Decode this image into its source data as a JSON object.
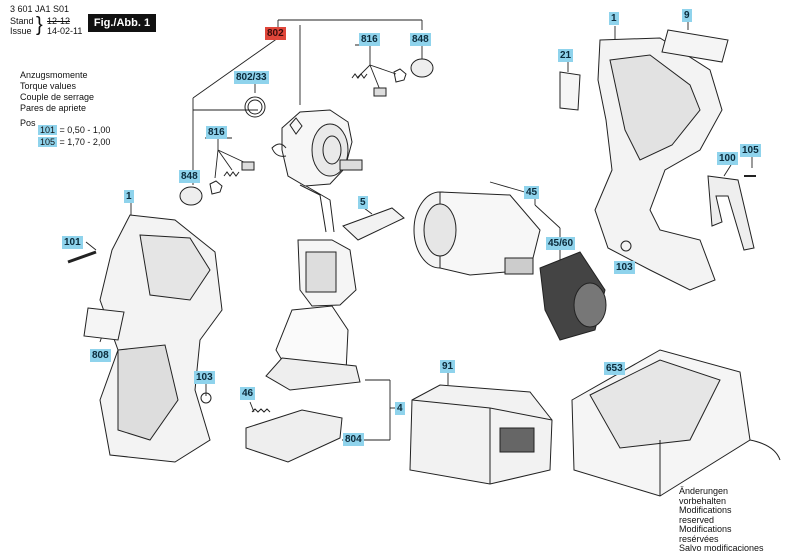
{
  "header": {
    "doc_number": "3 601 JA1 S01",
    "stand_label": "Stand",
    "issue_label": "Issue",
    "old_date": "12-12",
    "new_date": "14-02-11",
    "figure_label": "Fig./Abb. 1"
  },
  "torque_legend": {
    "lines": [
      "Anzugsmomente",
      "Torque values",
      "Couple de serrage",
      "Pares de apriete"
    ],
    "pos_label": "Pos",
    "rows": [
      {
        "pos": "101",
        "value": "= 0,50 - 1,00"
      },
      {
        "pos": "105",
        "value": "= 1,70 - 2,00"
      }
    ]
  },
  "labels": {
    "p802": "802",
    "p802_33": "802/33",
    "p816_top": "816",
    "p848_top": "848",
    "p816_left": "816",
    "p848_left": "848",
    "p1_right": "1",
    "p9": "9",
    "p21": "21",
    "p100": "100",
    "p105": "105",
    "p5": "5",
    "p45": "45",
    "p45_60": "45/60",
    "p103_right": "103",
    "p1_left": "1",
    "p101": "101",
    "p808": "808",
    "p103_left": "103",
    "p46": "46",
    "p804": "804",
    "p4": "4",
    "p91": "91",
    "p653": "653"
  },
  "footer": {
    "lines": [
      "Änderungen vorbehalten",
      "Modifications reserved",
      "Modifications resérvées",
      "Salvo modificaciones"
    ]
  },
  "colors": {
    "label_bg": "#8fd3ec",
    "highlight_bg": "#e0463a"
  }
}
